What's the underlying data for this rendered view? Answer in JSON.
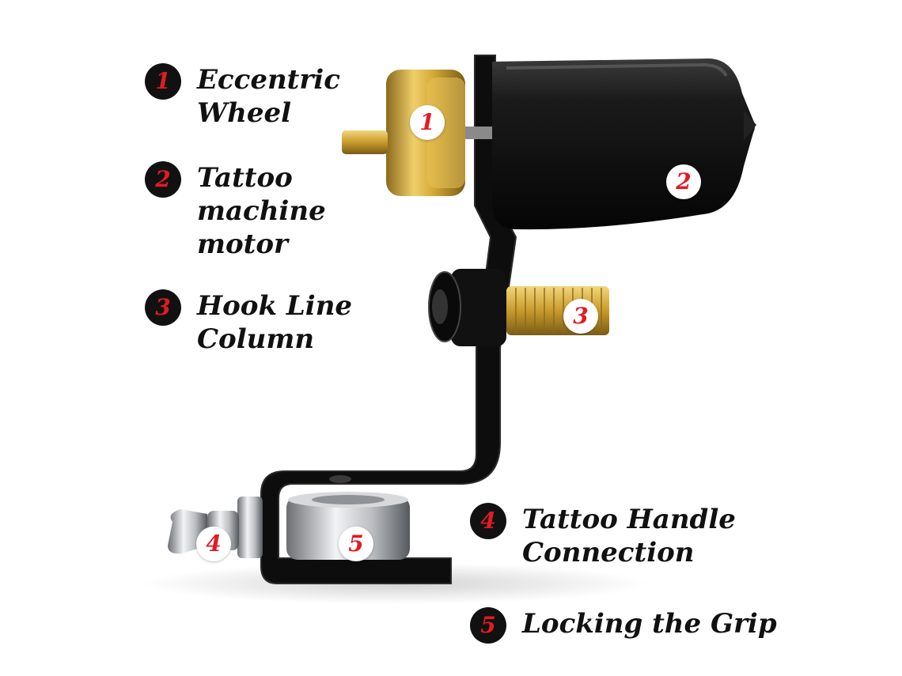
{
  "legend": [
    {
      "number": "1",
      "label": "Eccentric\nWheel"
    },
    {
      "number": "2",
      "label": "Tattoo\nmachine\nmotor"
    },
    {
      "number": "3",
      "label": "Hook Line\nColumn"
    },
    {
      "number": "4",
      "label": "Tattoo Handle\nConnection"
    },
    {
      "number": "5",
      "label": "Locking the Grip"
    }
  ],
  "markers": [
    "1",
    "2",
    "3",
    "4",
    "5"
  ],
  "colors": {
    "badge": "#111111",
    "number": "#e21b23",
    "brass": "#d4a837",
    "body": "#111111",
    "steel": "#c9ccd0"
  }
}
